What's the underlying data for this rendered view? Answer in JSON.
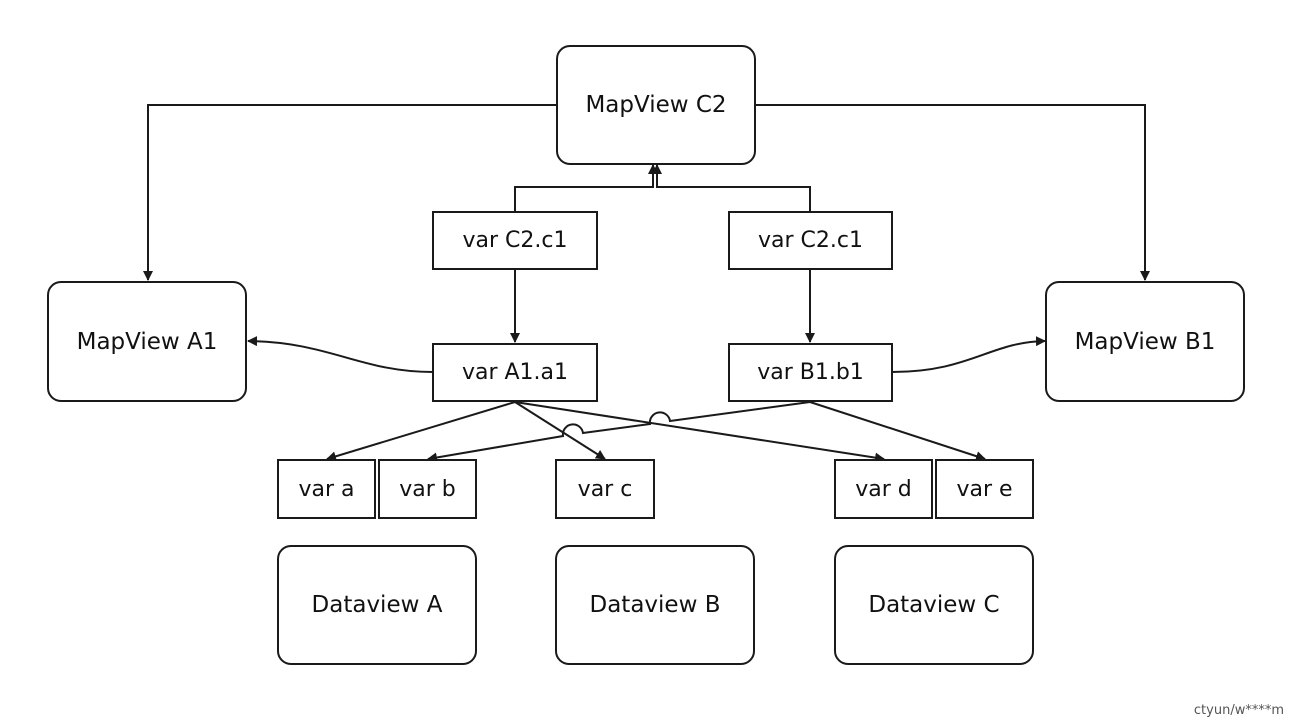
{
  "nodes": {
    "mapview_c2": "MapView C2",
    "mapview_a1": "MapView A1",
    "mapview_b1": "MapView B1",
    "var_c2_c1_left": "var C2.c1",
    "var_c2_c1_right": "var C2.c1",
    "var_a1_a1": "var A1.a1",
    "var_b1_b1": "var B1.b1",
    "var_a": "var a",
    "var_b": "var b",
    "var_c": "var c",
    "var_d": "var d",
    "var_e": "var e",
    "dataview_a": "Dataview A",
    "dataview_b": "Dataview B",
    "dataview_c": "Dataview C"
  },
  "edges": [
    {
      "from": "MapView C2",
      "to": "MapView A1"
    },
    {
      "from": "MapView C2",
      "to": "MapView B1"
    },
    {
      "from": "var C2.c1",
      "to": "MapView C2"
    },
    {
      "from": "var C2.c1",
      "to": "MapView C2"
    },
    {
      "from": "var C2.c1",
      "to": "var A1.a1"
    },
    {
      "from": "var C2.c1",
      "to": "var B1.b1"
    },
    {
      "from": "var A1.a1",
      "to": "MapView A1"
    },
    {
      "from": "var B1.b1",
      "to": "MapView B1"
    },
    {
      "from": "var A1.a1",
      "to": "var a"
    },
    {
      "from": "var A1.a1",
      "to": "var c"
    },
    {
      "from": "var A1.a1",
      "to": "var d"
    },
    {
      "from": "var B1.b1",
      "to": "var b"
    },
    {
      "from": "var B1.b1",
      "to": "var e"
    }
  ],
  "watermark": "ctyun/w****m",
  "colors": {
    "stroke": "#1a1a1a",
    "background": "#ffffff",
    "text": "#111111"
  }
}
